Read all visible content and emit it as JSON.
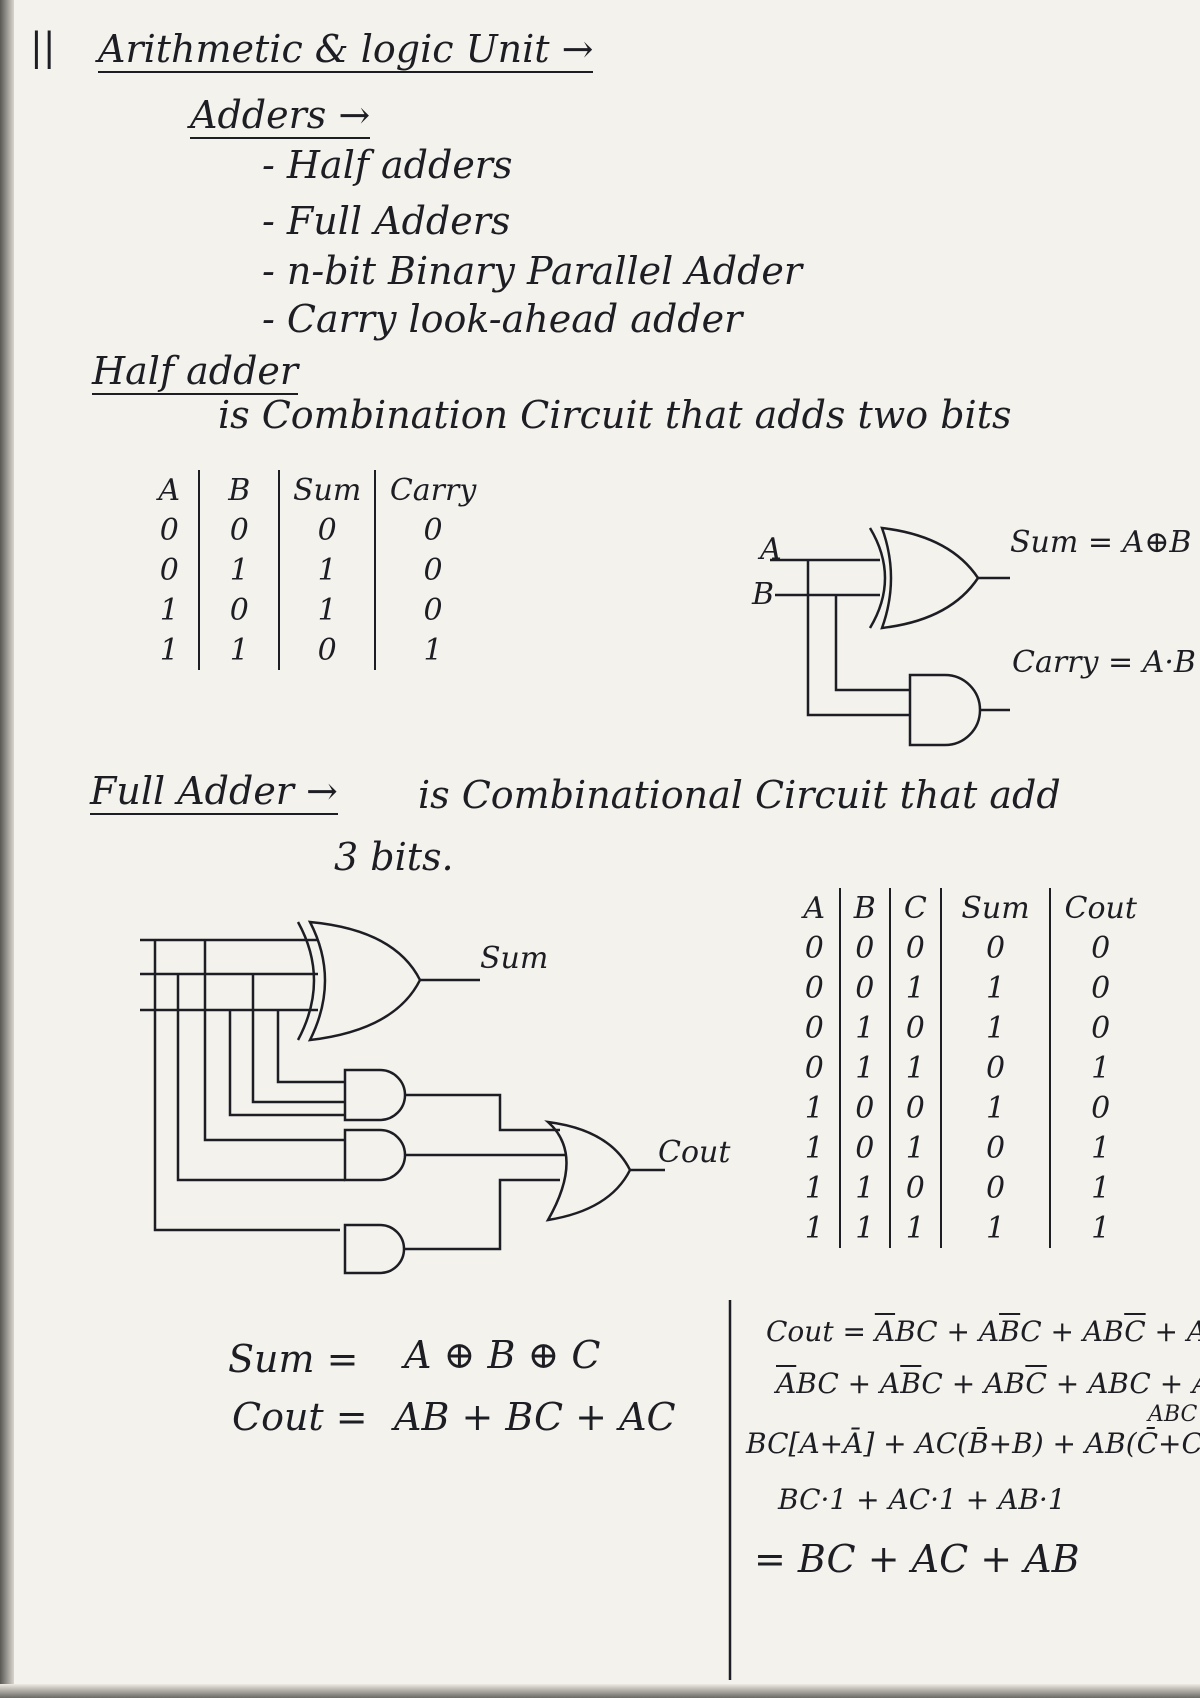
{
  "title": "Arithmetic & logic Unit →",
  "margin_mark": "||",
  "adders_heading": "Adders →",
  "adder_types": [
    "- Half adders",
    "- Full Adders",
    "- n-bit Binary Parallel Adder",
    "- Carry look-ahead adder"
  ],
  "half_adder": {
    "heading": "Half adder",
    "definition": "is  Combination  Circuit  that  adds  two bits",
    "table": {
      "headers": [
        "A",
        "B",
        "Sum",
        "Carry"
      ],
      "rows": [
        [
          "0",
          "0",
          "0",
          "0"
        ],
        [
          "0",
          "1",
          "1",
          "0"
        ],
        [
          "1",
          "0",
          "1",
          "0"
        ],
        [
          "1",
          "1",
          "0",
          "1"
        ]
      ]
    },
    "circuit": {
      "input_a": "A",
      "input_b": "B",
      "sum_label": "Sum = A⊕B",
      "carry_label": "Carry = A·B"
    }
  },
  "full_adder": {
    "heading": "Full Adder →",
    "definition": "is   Combinational   Circuit  that  add",
    "definition_cont": "3 bits.",
    "sum_output": "Sum",
    "cout_output": "Cout",
    "table": {
      "headers": [
        "A",
        "B",
        "C",
        "Sum",
        "Cout"
      ],
      "rows": [
        [
          "0",
          "0",
          "0",
          "0",
          "0"
        ],
        [
          "0",
          "0",
          "1",
          "1",
          "0"
        ],
        [
          "0",
          "1",
          "0",
          "1",
          "0"
        ],
        [
          "0",
          "1",
          "1",
          "0",
          "1"
        ],
        [
          "1",
          "0",
          "0",
          "1",
          "0"
        ],
        [
          "1",
          "0",
          "1",
          "0",
          "1"
        ],
        [
          "1",
          "1",
          "0",
          "0",
          "1"
        ],
        [
          "1",
          "1",
          "1",
          "1",
          "1"
        ]
      ]
    },
    "sum_eq_lhs": "Sum =",
    "sum_eq_rhs": "A ⊕ B ⊕ C",
    "cout_eq_lhs": "Cout =",
    "cout_eq_rhs": "AB + BC + AC",
    "derivation": {
      "line1_prefix": "Cout = ",
      "line1_terms": [
        {
          "bar": "A",
          "rest": "BC"
        },
        {
          "pre": " + A",
          "bar": "B",
          "rest": "C"
        },
        {
          "pre": " + AB",
          "bar": "C",
          "rest": ""
        },
        {
          "pre": " + ABC",
          "bar": "",
          "rest": ""
        }
      ],
      "line2_terms": [
        {
          "bar": "A",
          "rest": "BC"
        },
        {
          "pre": " + A",
          "bar": "B",
          "rest": "C"
        },
        {
          "pre": " + AB",
          "bar": "C",
          "rest": ""
        },
        {
          "pre": " + ABC + ABC +",
          "bar": "",
          "rest": ""
        }
      ],
      "line2_overflow": "ABC",
      "line3": "BC[A+Ā] + AC(B̄+B) + AB(C̄+C)",
      "line4": "BC·1 + AC·1 + AB·1",
      "line5": "=  BC + AC + AB"
    }
  }
}
